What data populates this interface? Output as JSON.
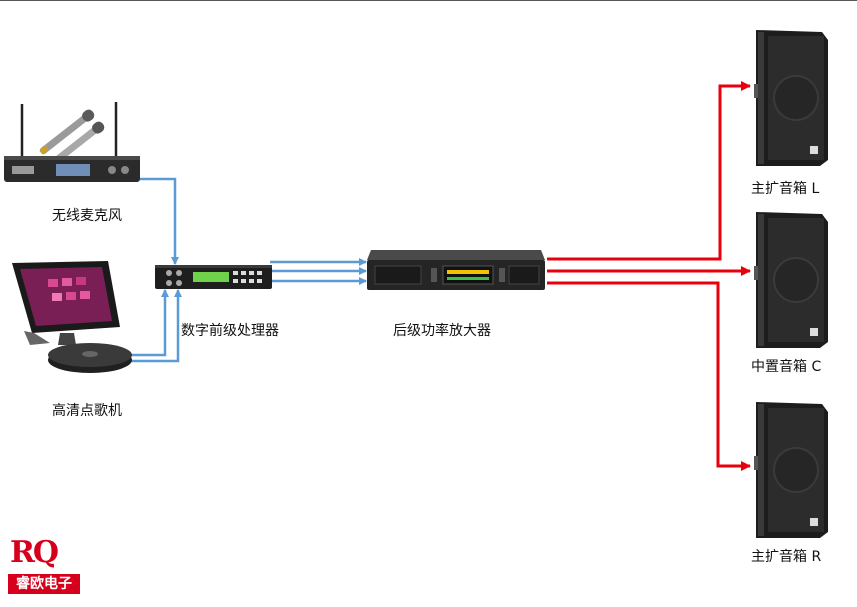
{
  "devices": {
    "mic": "无线麦克风",
    "ktv": "高清点歌机",
    "processor": "数字前级处理器",
    "amplifier": "后级功率放大器",
    "speaker_l": "主扩音箱  L",
    "speaker_c": "中置音箱  C",
    "speaker_r": "主扩音箱  R"
  },
  "logo": {
    "mark": "RQ",
    "text": "睿欧电子"
  },
  "colors": {
    "signal": "#5b9bd5",
    "power": "#e8000c",
    "brand": "#d6001c"
  }
}
